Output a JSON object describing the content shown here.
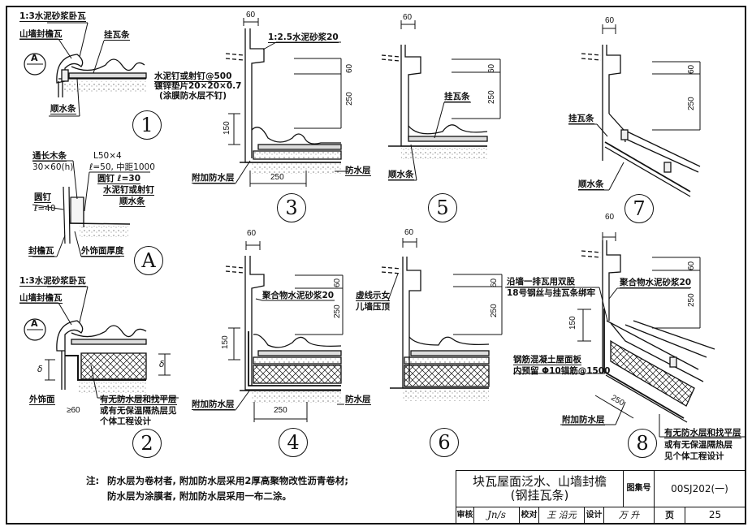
{
  "drawing": {
    "details": {
      "d1": {
        "id": "1",
        "mortar": "1:3水泥砂浆卧瓦",
        "gable_tile": "山墙封檐瓦",
        "batten": "挂瓦条",
        "counter_batten": "顺水条",
        "ref": "A"
      },
      "d3": {
        "id": "3",
        "mortar": "1:2.5水泥砂浆20",
        "nail_1": "水泥钉或射钉@500",
        "nail_2": "镀锌垫片20×20×0.7",
        "nail_3": "(涂膜防水层不钉)",
        "add_wp": "附加防水层",
        "wp": "防水层",
        "dim_top": "60",
        "dim_h1": "60",
        "dim_h2": "250",
        "dim_v": "150",
        "dim_b": "250"
      },
      "d5": {
        "id": "5",
        "batten": "挂瓦条",
        "counter_batten": "顺水条",
        "dim_top": "60",
        "dim_h1": "60",
        "dim_h2": "250"
      },
      "d7": {
        "id": "7",
        "batten": "挂瓦条",
        "counter_batten": "顺水条",
        "dim_top": "60",
        "dim_h1": "60",
        "dim_h2": "250"
      },
      "dA": {
        "id": "A",
        "wood_1": "通长木条",
        "wood_2": "30×60(h)",
        "angle_1": "L50×4",
        "angle_2": "ℓ=50, 中距1000",
        "nail_a": "圆钉 ℓ=30",
        "nail_b1": "圆钉",
        "nail_b2": "ℓ=40",
        "cement_nail": "水泥钉或射钉",
        "counter_batten": "顺水条",
        "eave_tile": "封檐瓦",
        "finish": "外饰面厚度"
      },
      "d2": {
        "id": "2",
        "mortar": "1:3水泥砂浆卧瓦",
        "gable_tile": "山墙封檐瓦",
        "finish": "外饰面",
        "min_dim": "≥60",
        "delta": "δ",
        "note_1": "有无防水层和找平层",
        "note_2": "或有无保温隔热层见",
        "note_3": "个体工程设计",
        "ref": "A"
      },
      "d4": {
        "id": "4",
        "mortar": "聚合物水泥砂浆20",
        "add_wp": "附加防水层",
        "wp": "防水层",
        "dim_top": "60",
        "dim_h1": "60",
        "dim_h2": "250",
        "dim_v": "150",
        "dim_b": "250"
      },
      "d6": {
        "id": "6",
        "dash_1": "虚线示女",
        "dash_2": "儿墙压顶",
        "dim_top": "60",
        "dim_h1": "60",
        "dim_h2": "250"
      },
      "d8": {
        "id": "8",
        "wire_1": "沿墙一排瓦用双股",
        "wire_2": "18号钢丝与挂瓦条绑牢",
        "mortar": "聚合物水泥砂浆20",
        "slab_1": "钢筋混凝土屋面板",
        "slab_2": "内预留 Φ10锚筋@1500",
        "add_wp": "附加防水层",
        "note_1": "有无防水层和找平层",
        "note_2": "或有无保温隔热层",
        "note_3": "见个体工程设计",
        "dim_top": "60",
        "dim_h1": "60",
        "dim_h2": "250",
        "dim_v": "150",
        "dim_b": "250"
      }
    },
    "notes": {
      "prefix": "注:",
      "line1": "防水层为卷材者, 附加防水层采用2厚高聚物改性沥青卷材;",
      "line2": "防水层为涂膜者, 附加防水层采用一布二涂。"
    },
    "title_block": {
      "title_1": "块瓦屋面泛水、山墙封檐",
      "title_2": "(钢挂瓦条)",
      "atlas_label": "图集号",
      "atlas_no": "00SJ202(一)",
      "review_label": "审核",
      "review_sig": "Jn/s",
      "check_label": "校对",
      "check_sig": "王 沿元",
      "design_label": "设计",
      "design_sig": "万 升",
      "page_label": "页",
      "page_no": "25"
    }
  }
}
